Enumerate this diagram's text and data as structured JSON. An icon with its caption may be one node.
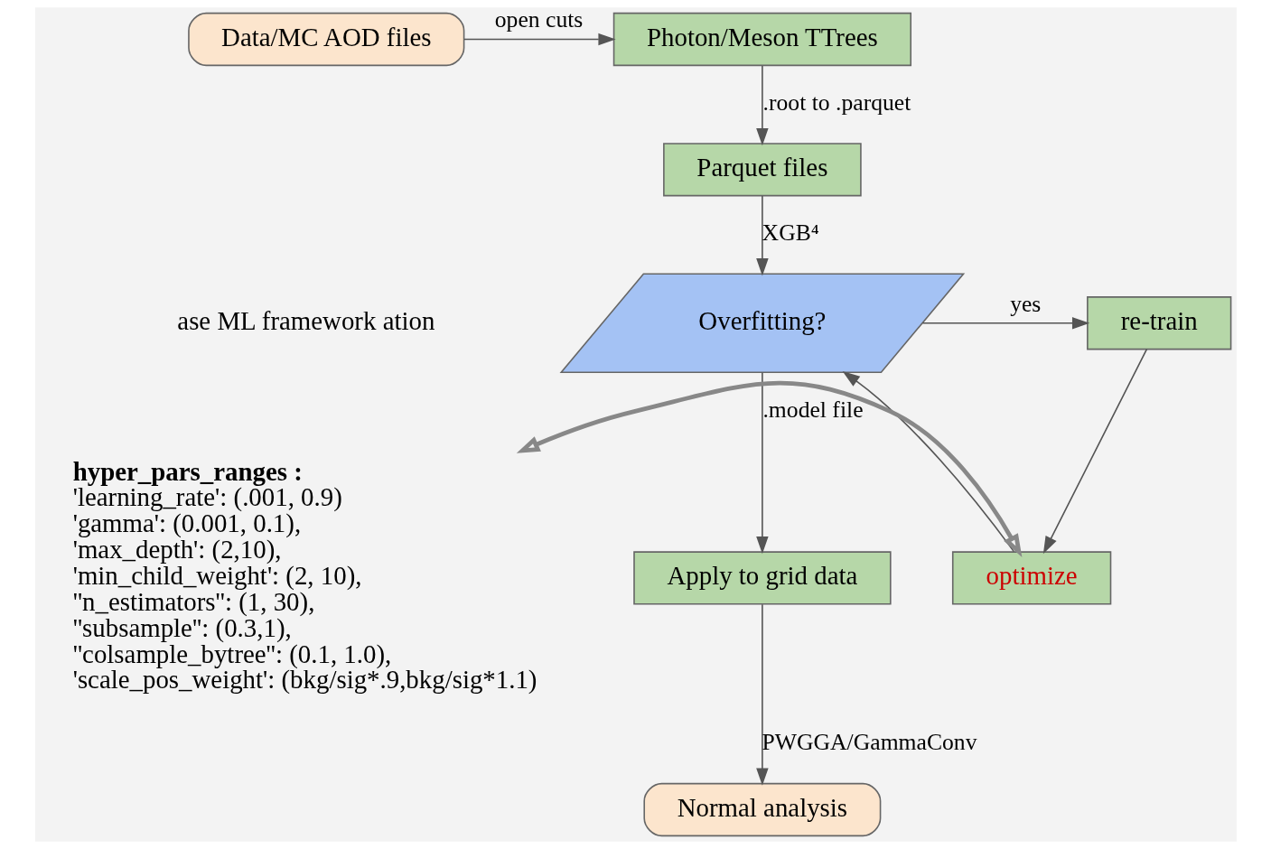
{
  "diagram": {
    "nodes": [
      {
        "text": [
          "Data/MC AOD files"
        ]
      },
      {
        "text": [
          "Photon/Meson TTrees"
        ]
      },
      {
        "text": [
          "Parquet files"
        ]
      },
      {
        "text": [
          "Overfitting?"
        ]
      },
      {
        "text": [
          "re-train"
        ]
      },
      {
        "text": [
          "optimize"
        ]
      },
      {
        "text": [
          "Apply to grid data"
        ]
      },
      {
        "text": [
          "Normal analysis"
        ]
      },
      {
        "text": [
          "hyper_pars_ranges :",
          "'learning_rate': (.001, 0.9)",
          "'gamma': (0.001, 0.1),",
          "'max_depth': (2,10),",
          "'min_child_weight': (2, 10),",
          "''n_estimators'': (1, 30),",
          "''subsample'': (0.3,1),",
          "''colsample_bytree'': (0.1, 1.0),",
          "'scale_pos_weight': (bkg/sig*.9,bkg/sig*1.1)"
        ]
      }
    ],
    "edges": [
      {
        "from": 0,
        "to": 1,
        "arrow": "to",
        "label": "open cuts"
      },
      {
        "from": 1,
        "to": 2,
        "arrow": "to",
        "label": ".root to .parquet"
      },
      {
        "from": 2,
        "to": 3,
        "arrow": "to",
        "label": "XGB⁴"
      },
      {
        "from": 3,
        "to": 4,
        "arrow": "to",
        "label": "yes"
      },
      {
        "from": 4,
        "to": 5,
        "arrow": "to"
      },
      {
        "from": 5,
        "to": 3,
        "arrow": "to"
      },
      {
        "from": 3,
        "to": 6,
        "arrow": "to",
        "label": ".model file"
      },
      {
        "from": 6,
        "to": 7,
        "arrow": "to",
        "label": "PWGGA/GammaConv"
      },
      {
        "from": 8,
        "to": 5,
        "arrow": "both",
        "style": "thick",
        "color": "#888888"
      }
    ],
    "labels": [
      "ase ML framework ation"
    ]
  }
}
